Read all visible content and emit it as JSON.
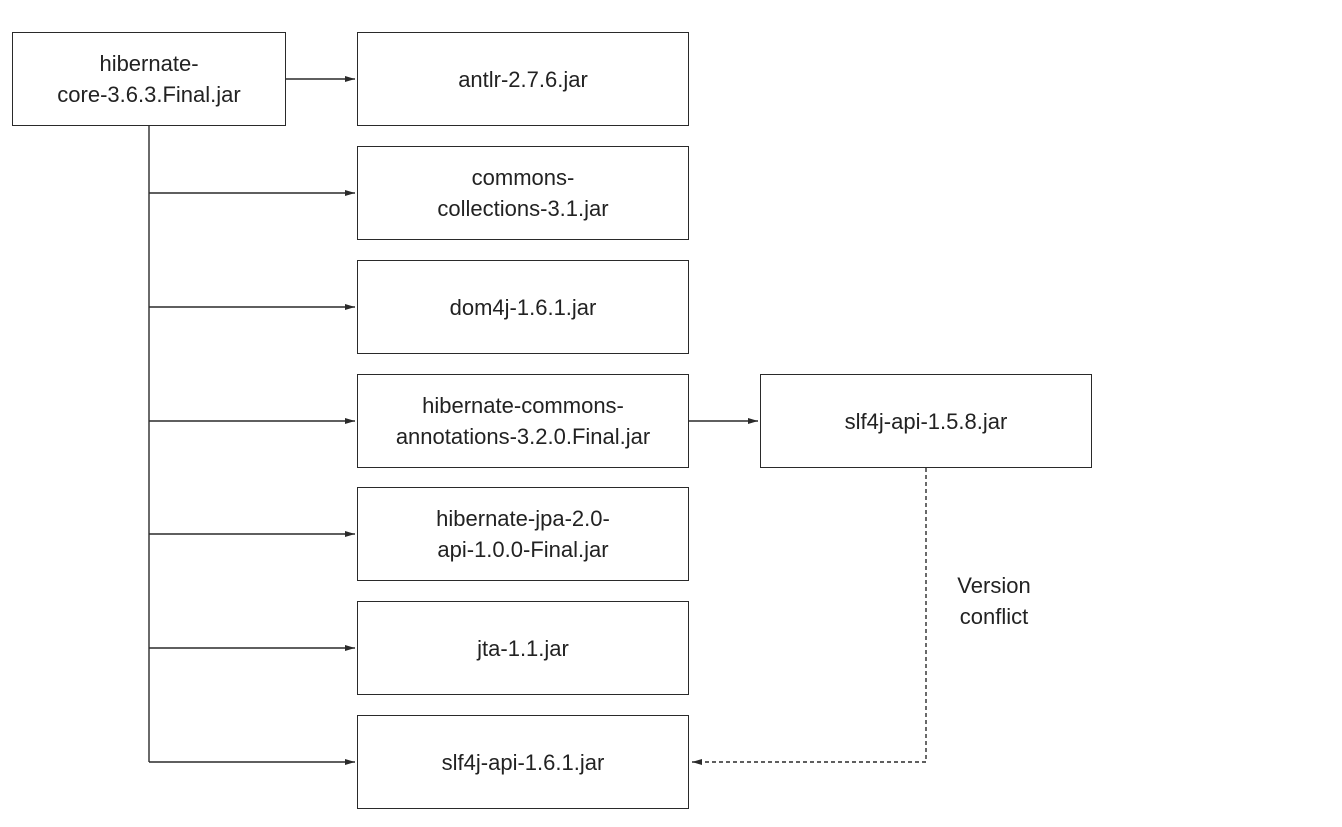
{
  "root": {
    "label_line1": "hibernate-",
    "label_line2": "core-3.6.3.Final.jar"
  },
  "dependencies": [
    {
      "line1": "antlr-2.7.6.jar"
    },
    {
      "line1": "commons-",
      "line2": "collections-3.1.jar"
    },
    {
      "line1": "dom4j-1.6.1.jar"
    },
    {
      "line1": "hibernate-commons-",
      "line2": "annotations-3.2.0.Final.jar"
    },
    {
      "line1": "hibernate-jpa-2.0-",
      "line2": "api-1.0.0-Final.jar"
    },
    {
      "line1": "jta-1.1.jar"
    },
    {
      "line1": "slf4j-api-1.6.1.jar"
    }
  ],
  "transitive": {
    "line1": "slf4j-api-1.5.8.jar"
  },
  "conflict": {
    "line1": "Version",
    "line2": "conflict"
  }
}
